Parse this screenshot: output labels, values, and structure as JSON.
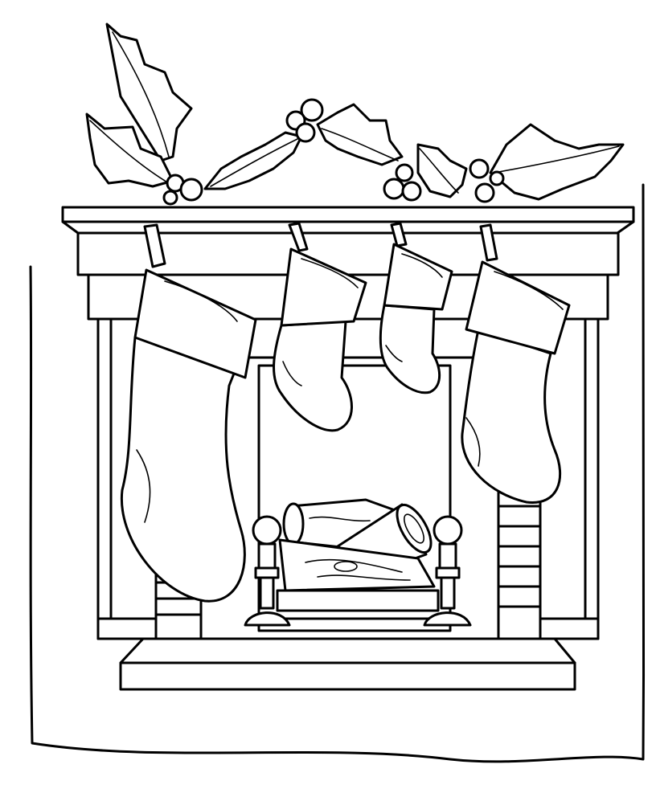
{
  "scene": {
    "subject": "coloring page",
    "background_color": "#ffffff",
    "ink_color": "#000000"
  },
  "elements": {
    "holly": {
      "icon": "holly-icon"
    },
    "mantel": {
      "icon": "mantel-icon"
    },
    "stockings": {
      "count": 4
    },
    "logs": {
      "icon": "log-icon"
    },
    "andirons": {
      "count": 2
    }
  }
}
